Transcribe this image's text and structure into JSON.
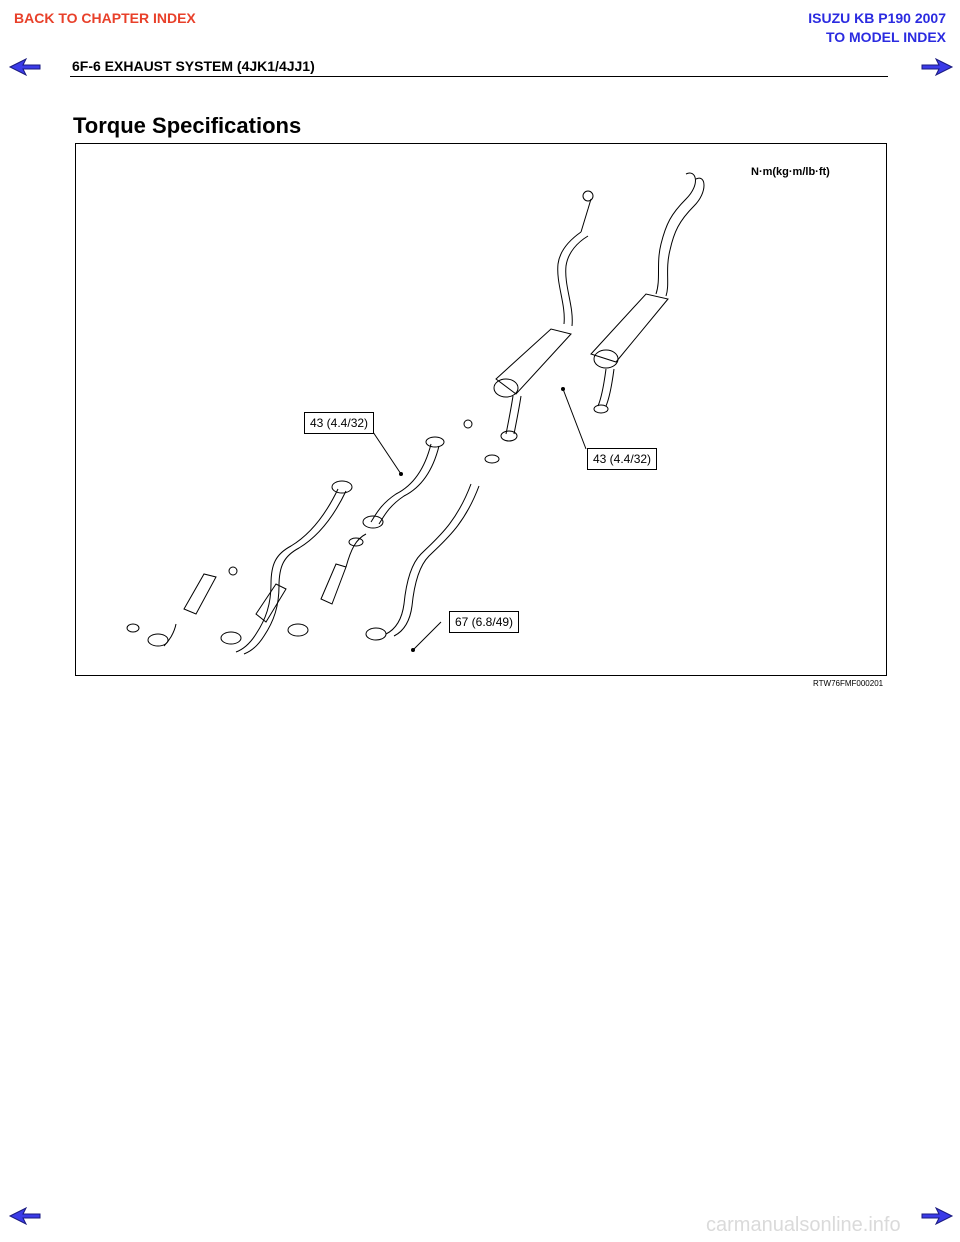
{
  "links": {
    "back_to_chapter": "BACK TO CHAPTER INDEX",
    "model": "ISUZU KB P190 2007",
    "to_model_index": "TO MODEL INDEX"
  },
  "header": {
    "title": "6F-6  EXHAUST SYSTEM (4JK1/4JJ1)"
  },
  "section": {
    "heading": "Torque Specifications"
  },
  "figure": {
    "unit_label": "N·m(kg·m/lb·ft)",
    "callouts": [
      "43 (4.4/32)",
      "43 (4.4/32)",
      "67 (6.8/49)"
    ],
    "figure_id": "RTW76FMF000201"
  },
  "footer": {
    "watermark": "carmanualsonline.info"
  },
  "colors": {
    "link_red": "#e8402a",
    "link_blue": "#2b2be0",
    "arrow_blue": "#3b3be8"
  }
}
